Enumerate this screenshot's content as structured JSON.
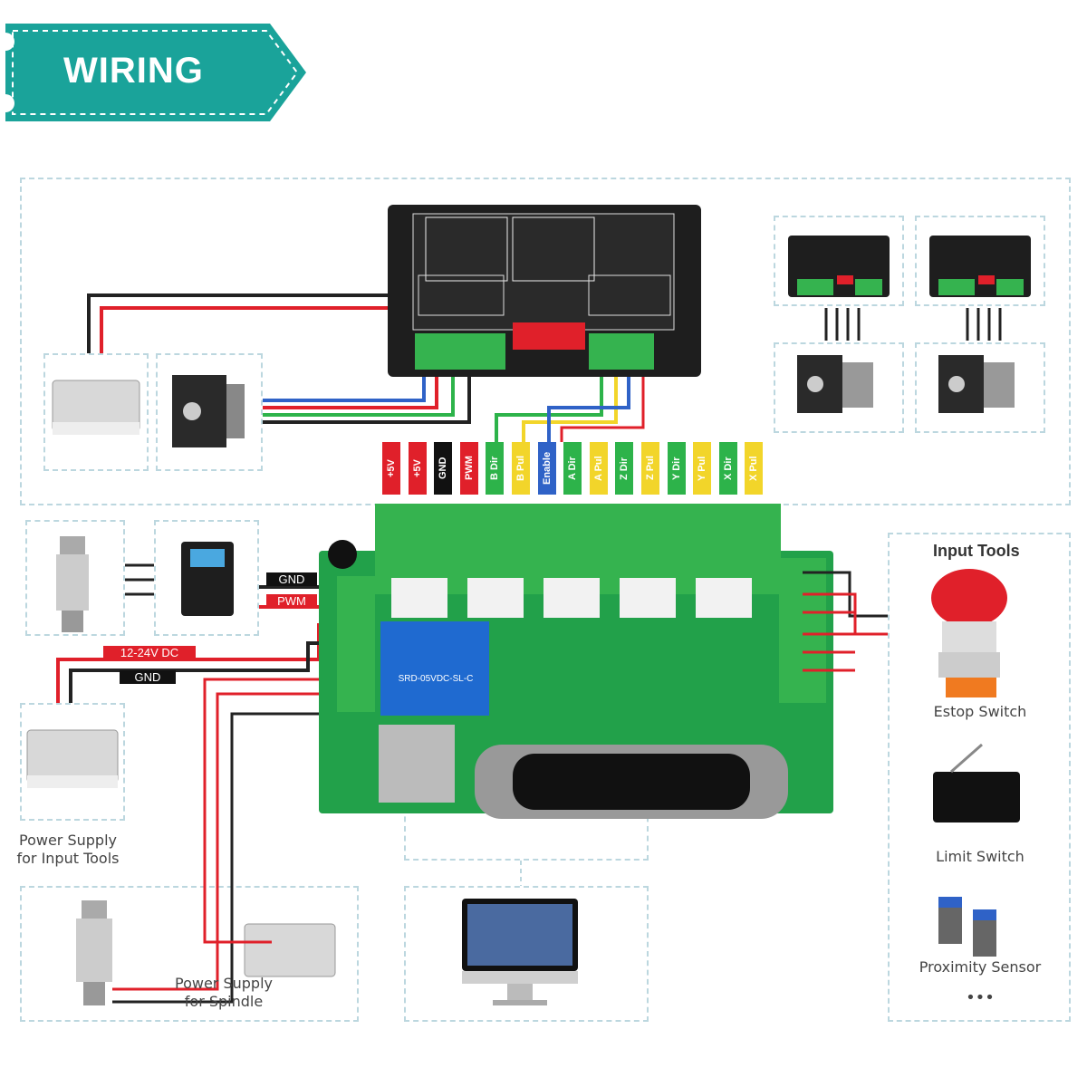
{
  "banner": {
    "title": "WIRING",
    "color": "#1aa39a"
  },
  "pins": [
    {
      "label": "+5V",
      "color": "#e0202a",
      "text": "#ffffff"
    },
    {
      "label": "+5V",
      "color": "#e0202a",
      "text": "#ffffff"
    },
    {
      "label": "GND",
      "color": "#111111",
      "text": "#ffffff"
    },
    {
      "label": "PWM",
      "color": "#e0202a",
      "text": "#ffffff"
    },
    {
      "label": "B Dir",
      "color": "#2db34a",
      "text": "#ffffff"
    },
    {
      "label": "B Pul",
      "color": "#f2d52a",
      "text": "#ffffff"
    },
    {
      "label": "Enable",
      "color": "#2f62c7",
      "text": "#ffffff"
    },
    {
      "label": "A Dir",
      "color": "#2db34a",
      "text": "#ffffff"
    },
    {
      "label": "A Pul",
      "color": "#f2d52a",
      "text": "#ffffff"
    },
    {
      "label": "Z Dir",
      "color": "#2db34a",
      "text": "#ffffff"
    },
    {
      "label": "Z Pul",
      "color": "#f2d52a",
      "text": "#ffffff"
    },
    {
      "label": "Y Dir",
      "color": "#2db34a",
      "text": "#ffffff"
    },
    {
      "label": "Y Pul",
      "color": "#f2d52a",
      "text": "#ffffff"
    },
    {
      "label": "X Dir",
      "color": "#2db34a",
      "text": "#ffffff"
    },
    {
      "label": "X Pul",
      "color": "#f2d52a",
      "text": "#ffffff"
    }
  ],
  "tags": {
    "gnd_spindle": "GND",
    "pwm_spindle": "PWM",
    "power_12_24": "12-24V DC",
    "gnd_input": "GND"
  },
  "labels": {
    "power_input_tools": "Power Supply\nfor Input Tools",
    "power_spindle": "Power Supply\nfor Spindle",
    "input_tools_title": "Input Tools",
    "estop": "Estop Switch",
    "limit": "Limit Switch",
    "proximity": "Proximity Sensor",
    "more": "•••",
    "relay_text": "SRD-05VDC-SL-C"
  },
  "colors": {
    "box_border": "#bcd7df",
    "pcb": "#22a14a",
    "terminal": "#35b34f",
    "wire_red": "#e0202a",
    "wire_black": "#222222",
    "wire_blue": "#2f62c7",
    "wire_green": "#2db34a",
    "wire_yellow": "#f2d52a"
  }
}
